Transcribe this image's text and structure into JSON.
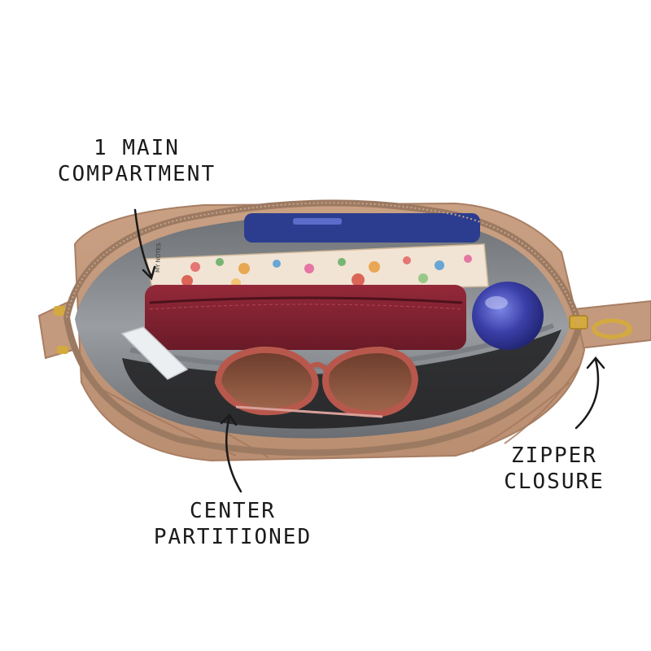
{
  "callouts": {
    "main_compartment": {
      "line1": "1 MAIN",
      "line2": "COMPARTMENT"
    },
    "zipper_closure": {
      "line1": "ZIPPER",
      "line2": "CLOSURE"
    },
    "center_partitioned": {
      "line1": "CENTER",
      "line2": "PARTITIONED"
    }
  },
  "colors": {
    "bag_tan": "#c49a7e",
    "bag_tan_dark": "#a87e63",
    "lining_gray": "#8c8f93",
    "lining_dark": "#5f6266",
    "wallet_maroon": "#7e1f2e",
    "zipper_gold": "#d4a93e",
    "mirror_blue": "#3a3fa8",
    "sunglass_frame": "#b8584c",
    "arrow_ink": "#1a1a1a"
  },
  "notebook_spine_text": "MY NOTES"
}
